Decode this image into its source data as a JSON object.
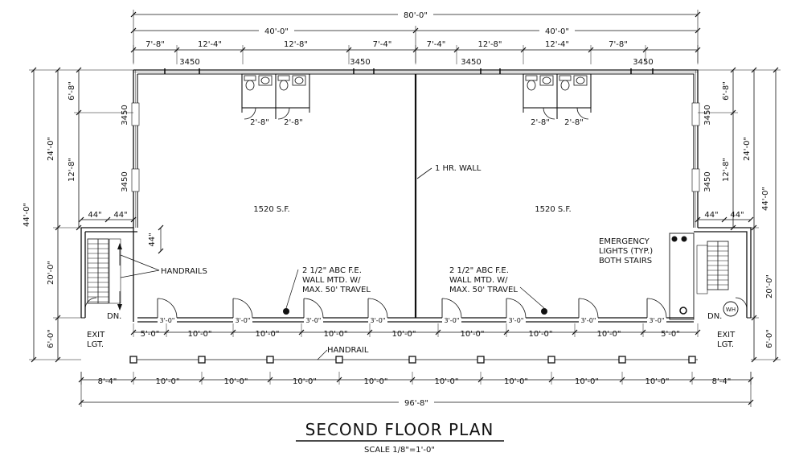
{
  "title": "SECOND FLOOR PLAN",
  "scale": "SCALE 1/8\"=1'-0\"",
  "dims": {
    "overall_top": "80'-0\"",
    "half_left": "40'-0\"",
    "half_right": "40'-0\"",
    "top_segments": [
      "7'-8\"",
      "12'-4\"",
      "12'-8\"",
      "7'-4\"",
      "7'-4\"",
      "12'-8\"",
      "12'-4\"",
      "7'-8\""
    ],
    "window_tags": [
      "3450",
      "3450",
      "3450",
      "3450"
    ],
    "side_window_tag": "3450",
    "left_outer": "44'-0\"",
    "left_upper": "24'-0\"",
    "left_a": "6'-8\"",
    "left_b": "12'-8\"",
    "left_lower": "20'-0\"",
    "left_bottom": "6'-0\"",
    "right_outer": "44'-0\"",
    "right_upper": "24'-0\"",
    "right_a": "6'-8\"",
    "right_b": "12'-8\"",
    "right_lower": "20'-0\"",
    "right_bottom": "6'-0\"",
    "stair_w": "44\"",
    "stair_gap": "44\"",
    "toilet_w": "2'-8\"",
    "door_w": "3'-0\"",
    "corridor_segments": [
      "5'-0\"",
      "10'-0\"",
      "10'-0\"",
      "10'-0\"",
      "10'-0\"",
      "10'-0\"",
      "10'-0\"",
      "10'-0\"",
      "5'-0\""
    ],
    "bottom_segments": [
      "8'-4\"",
      "10'-0\"",
      "10'-0\"",
      "10'-0\"",
      "10'-0\"",
      "10'-0\"",
      "10'-0\"",
      "10'-0\"",
      "10'-0\"",
      "8'-4\""
    ],
    "overall_bottom": "96'-8\""
  },
  "labels": {
    "area": "1520 S.F.",
    "fire_wall": "1 HR. WALL",
    "handrails": "HANDRAILS",
    "handrail": "HANDRAIL",
    "fe": [
      "2 1/2\" ABC F.E.",
      "WALL MTD. W/",
      "MAX. 50' TRAVEL"
    ],
    "emergency": [
      "EMERGENCY",
      "LIGHTS (TYP.)",
      "BOTH STAIRS"
    ],
    "dn": "DN.",
    "exit": [
      "EXIT",
      "LGT."
    ],
    "wh": "WH"
  }
}
